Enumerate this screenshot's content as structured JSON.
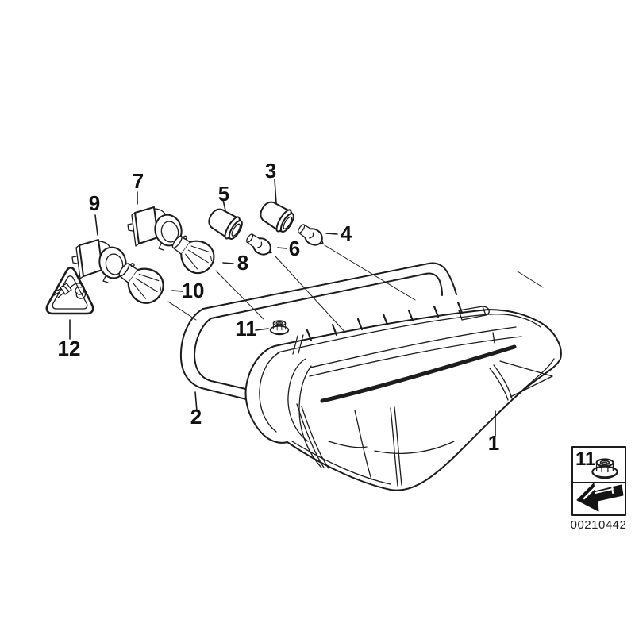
{
  "diagram": {
    "type": "exploded-parts-diagram",
    "colors": {
      "background": "#ffffff",
      "line": "#1c1c1c"
    },
    "callouts": [
      {
        "ref": "1"
      },
      {
        "ref": "2"
      },
      {
        "ref": "3"
      },
      {
        "ref": "4"
      },
      {
        "ref": "5"
      },
      {
        "ref": "6"
      },
      {
        "ref": "7"
      },
      {
        "ref": "8"
      },
      {
        "ref": "9"
      },
      {
        "ref": "10"
      },
      {
        "ref": "11"
      },
      {
        "ref": "12"
      }
    ],
    "legend_card": {
      "ref": "11",
      "doc_number": "00210442"
    },
    "icons": {
      "warning": "electrical-connector-warning-icon",
      "legend_nut": "flange-nut-icon",
      "legend_arrow": "superseded-part-arrow-icon"
    }
  }
}
